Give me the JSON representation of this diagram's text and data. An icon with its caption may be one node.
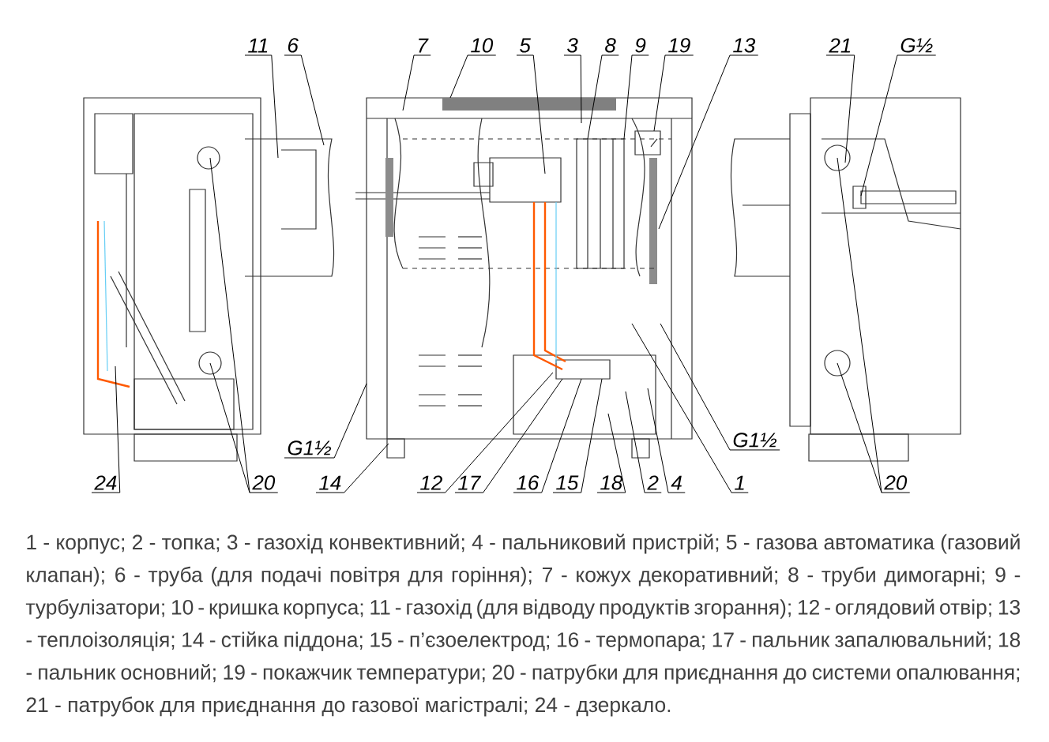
{
  "diagram": {
    "nodes": [
      {
        "text": [
          "11"
        ]
      },
      {
        "text": [
          "6"
        ]
      },
      {
        "text": [
          "7"
        ]
      },
      {
        "text": [
          "10"
        ]
      },
      {
        "text": [
          "5"
        ]
      },
      {
        "text": [
          "3"
        ]
      },
      {
        "text": [
          "8"
        ]
      },
      {
        "text": [
          "9"
        ]
      },
      {
        "text": [
          "19"
        ]
      },
      {
        "text": [
          "13"
        ]
      },
      {
        "text": [
          "21"
        ]
      },
      {
        "text": [
          "G½"
        ]
      },
      {
        "text": [
          "G1½"
        ]
      },
      {
        "text": [
          "G1½"
        ]
      },
      {
        "text": [
          "24"
        ]
      },
      {
        "text": [
          "20"
        ]
      },
      {
        "text": [
          "14"
        ]
      },
      {
        "text": [
          "12"
        ]
      },
      {
        "text": [
          "17"
        ]
      },
      {
        "text": [
          "16"
        ]
      },
      {
        "text": [
          "15"
        ]
      },
      {
        "text": [
          "18"
        ]
      },
      {
        "text": [
          "2"
        ]
      },
      {
        "text": [
          "4"
        ]
      },
      {
        "text": [
          "1"
        ]
      },
      {
        "text": [
          "20"
        ]
      }
    ],
    "edges": [
      {
        "from": 0,
        "to": null,
        "arrow": "none"
      },
      {
        "from": 1,
        "to": null,
        "arrow": "none"
      },
      {
        "from": 2,
        "to": null,
        "arrow": "none"
      },
      {
        "from": 3,
        "to": null,
        "arrow": "none"
      },
      {
        "from": 4,
        "to": null,
        "arrow": "none"
      },
      {
        "from": 5,
        "to": null,
        "arrow": "none"
      },
      {
        "from": 6,
        "to": null,
        "arrow": "none"
      },
      {
        "from": 7,
        "to": null,
        "arrow": "none"
      },
      {
        "from": 8,
        "to": null,
        "arrow": "none"
      },
      {
        "from": 9,
        "to": null,
        "arrow": "none"
      },
      {
        "from": 10,
        "to": null,
        "arrow": "none"
      },
      {
        "from": 11,
        "to": null,
        "arrow": "none"
      },
      {
        "from": 12,
        "to": null,
        "arrow": "none"
      },
      {
        "from": 13,
        "to": null,
        "arrow": "none"
      },
      {
        "from": 14,
        "to": null,
        "arrow": "none"
      },
      {
        "from": 15,
        "to": null,
        "arrow": "none"
      },
      {
        "from": 15,
        "to": null,
        "arrow": "none"
      },
      {
        "from": 16,
        "to": null,
        "arrow": "none"
      },
      {
        "from": 17,
        "to": null,
        "arrow": "none"
      },
      {
        "from": 18,
        "to": null,
        "arrow": "none"
      },
      {
        "from": 19,
        "to": null,
        "arrow": "none"
      },
      {
        "from": 20,
        "to": null,
        "arrow": "none"
      },
      {
        "from": 21,
        "to": null,
        "arrow": "none"
      },
      {
        "from": 22,
        "to": null,
        "arrow": "none"
      },
      {
        "from": 23,
        "to": null,
        "arrow": "none"
      },
      {
        "from": 24,
        "to": null,
        "arrow": "none"
      },
      {
        "from": 25,
        "to": null,
        "arrow": "none"
      },
      {
        "from": 25,
        "to": null,
        "arrow": "none"
      }
    ],
    "caption": "1 - корпус; 2 - топка; 3 - газохід конвективний; 4 - пальниковий пристрій; 5 - газова автоматика (газовий клапан); 6 - труба (для подачі повітря для горіння); 7 - кожух декоративний; 8 - труби димогарні; 9 - турбулізатори; 10 - кришка корпуса; 11 - газохід (для відводу продуктів згорання); 12 - оглядовий отвір; 13 - теплоізоляція; 14 - стійка піддона; 15 - п’єзоелектрод; 16 - термопара; 17 - пальник запалювальний; 18 - пальник основний; 19 - покажчик температури; 20 - патрубки для приєднання до системи опалювання; 21 - патрубок для приєднання до газової магістралі; 24 - дзеркало."
  }
}
